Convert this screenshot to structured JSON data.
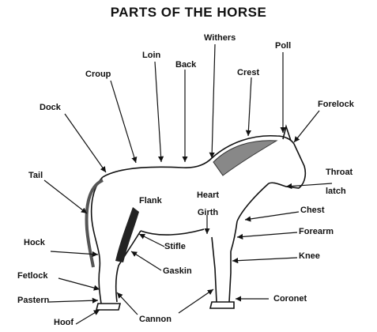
{
  "title": "PARTS OF THE HORSE",
  "labels": {
    "withers": "Withers",
    "poll": "Poll",
    "loin": "Loin",
    "back": "Back",
    "croup": "Croup",
    "crest": "Crest",
    "forelock": "Forelock",
    "dock": "Dock",
    "tail": "Tail",
    "throat_latch": "Throat latch",
    "heart_girth": "Heart Girth",
    "flank": "Flank",
    "chest": "Chest",
    "forearm": "Forearm",
    "stifle": "Stifle",
    "hock": "Hock",
    "knee": "Knee",
    "gaskin": "Gaskin",
    "fetlock": "Fetlock",
    "coronet": "Coronet",
    "pastern": "Pastern",
    "hoof": "Hoof",
    "cannon": "Cannon"
  },
  "colors": {
    "ink": "#111111",
    "body_fill": "#ffffff",
    "mane": "#777777"
  }
}
